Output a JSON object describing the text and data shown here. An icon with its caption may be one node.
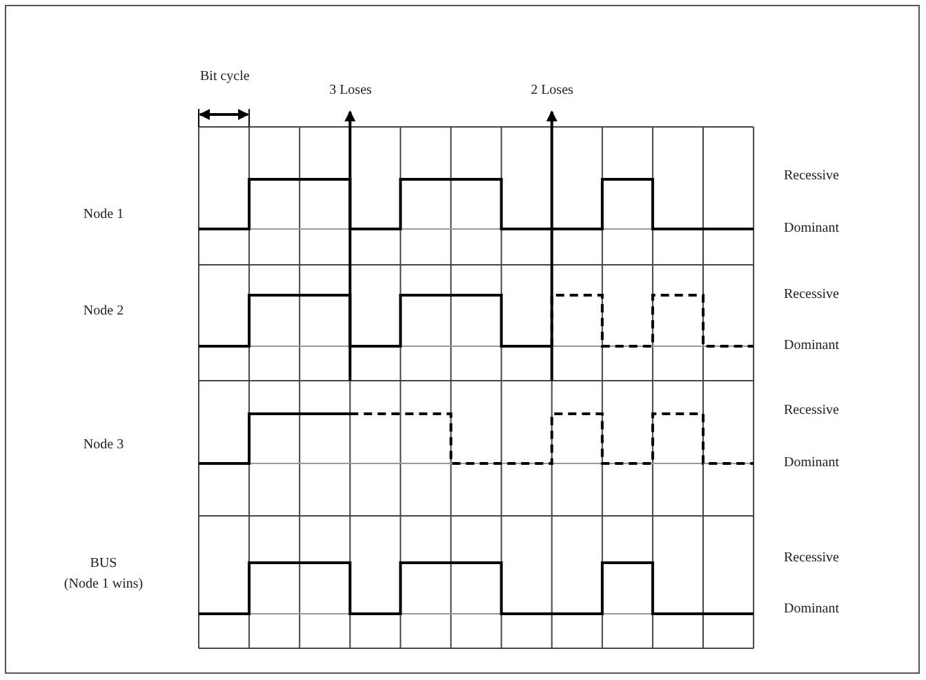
{
  "diagram": {
    "labels": [
      "Bit cycle",
      "3 Loses",
      "2 Loses",
      "Node 1",
      "Recessive",
      "Dominant",
      "Node 2",
      "Recessive",
      "Dominant",
      "Node 3",
      "Recessive",
      "Dominant",
      "BUS",
      "(Node 1 wins)",
      "Recessive",
      "Dominant"
    ]
  }
}
